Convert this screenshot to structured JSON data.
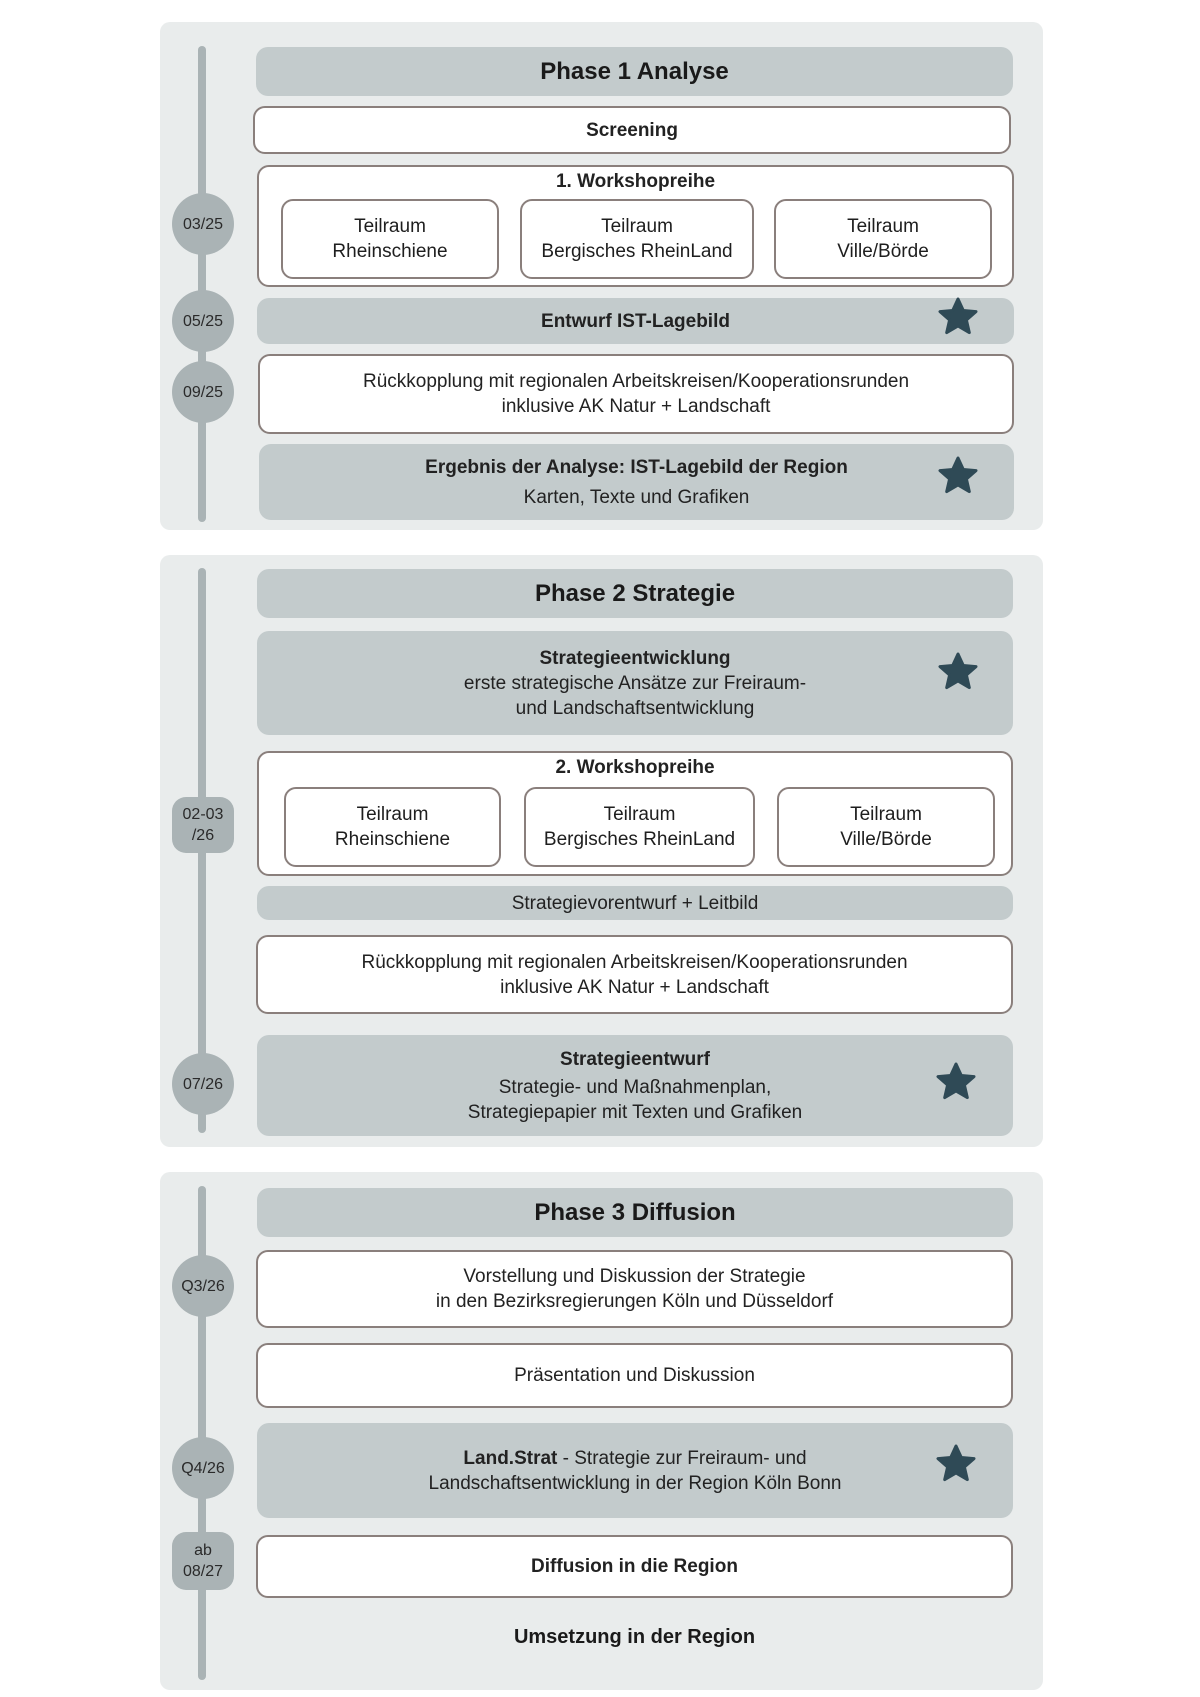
{
  "colors": {
    "panel": "#e9ecec",
    "box_grey": "#c3cbcc",
    "timeline": "#aab3b5",
    "border": "#8a7f7c",
    "star": "#2f4a56"
  },
  "phase1": {
    "title": "Phase 1 Analyse",
    "screening": "Screening",
    "workshop": {
      "title": "1. Workshopreihe",
      "areas": [
        {
          "line1": "Teilraum",
          "line2": "Rheinschiene"
        },
        {
          "line1": "Teilraum",
          "line2": "Bergisches RheinLand"
        },
        {
          "line1": "Teilraum",
          "line2": "Ville/Börde"
        }
      ]
    },
    "entwurf": "Entwurf IST-Lagebild",
    "rueck": {
      "line1": "Rückkopplung mit regionalen Arbeitskreisen/Kooperationsrunden",
      "line2": "inklusive AK Natur + Landschaft"
    },
    "ergebnis": {
      "title": "Ergebnis der Analyse: IST-Lagebild der Region",
      "sub": "Karten, Texte und Grafiken"
    },
    "dates": [
      "03/25",
      "05/25",
      "09/25"
    ]
  },
  "phase2": {
    "title": "Phase 2 Strategie",
    "entwicklung": {
      "title": "Strategieentwicklung",
      "line1": "erste strategische Ansätze zur Freiraum-",
      "line2": "und Landschaftsentwicklung"
    },
    "workshop": {
      "title": "2. Workshopreihe",
      "areas": [
        {
          "line1": "Teilraum",
          "line2": "Rheinschiene"
        },
        {
          "line1": "Teilraum",
          "line2": "Bergisches RheinLand"
        },
        {
          "line1": "Teilraum",
          "line2": "Ville/Börde"
        }
      ]
    },
    "vorentwurf": "Strategievorentwurf + Leitbild",
    "rueck": {
      "line1": "Rückkopplung mit regionalen Arbeitskreisen/Kooperationsrunden",
      "line2": "inklusive AK Natur + Landschaft"
    },
    "entwurf": {
      "title": "Strategieentwurf",
      "line1": "Strategie- und Maßnahmenplan,",
      "line2": "Strategiepapier mit Texten und Grafiken"
    },
    "dates": {
      "d1a": "02-03",
      "d1b": "/26",
      "d2": "07/26"
    }
  },
  "phase3": {
    "title": "Phase 3 Diffusion",
    "vorstellung": {
      "line1": "Vorstellung und Diskussion der Strategie",
      "line2": "in den Bezirksregierungen Köln und Düsseldorf"
    },
    "praesentation": "Präsentation und Diskussion",
    "landstrat": {
      "bold": "Land.Strat",
      "rest1": " - Strategie zur Freiraum- und",
      "line2": "Landschaftsentwicklung in der Region Köln Bonn"
    },
    "diffusion": "Diffusion in die Region",
    "umsetzung": "Umsetzung in der Region",
    "dates": {
      "d1": "Q3/26",
      "d2": "Q4/26",
      "d3a": "ab",
      "d3b": "08/27"
    }
  }
}
